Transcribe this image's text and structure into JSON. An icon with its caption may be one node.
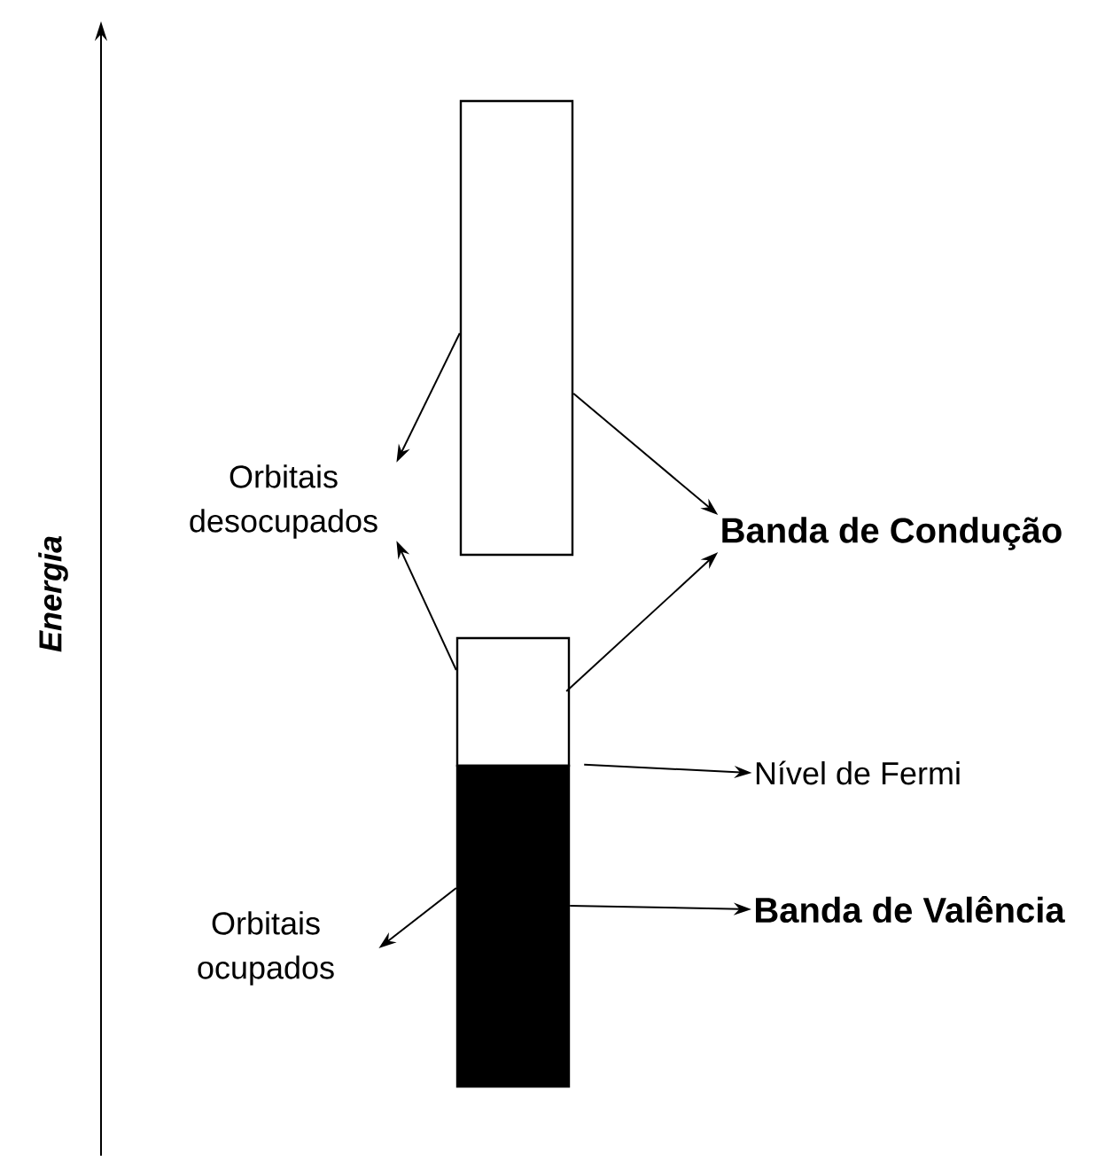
{
  "diagram": {
    "nodes": [
      {
        "text": [],
        "shape": "box"
      },
      {
        "text": [],
        "shape": "box"
      },
      {
        "text": [],
        "shape": "bar"
      },
      {
        "text": [
          "Orbitais desocupados"
        ]
      },
      {
        "text": [
          "Banda de Condução"
        ]
      },
      {
        "text": [
          "Nível de Fermi"
        ]
      },
      {
        "text": [
          "Orbitais ocupados"
        ]
      },
      {
        "text": [
          "Banda de Valência"
        ]
      }
    ],
    "edges": [
      {
        "from": 0,
        "to": 3,
        "arrow": "to"
      },
      {
        "from": 0,
        "to": 4,
        "arrow": "to"
      },
      {
        "from": 1,
        "to": 3,
        "arrow": "to"
      },
      {
        "from": 1,
        "to": 4,
        "arrow": "to"
      },
      {
        "from": 2,
        "to": 5,
        "arrow": "to"
      },
      {
        "from": 2,
        "to": 6,
        "arrow": "to"
      },
      {
        "from": 2,
        "to": 7,
        "arrow": "to"
      }
    ],
    "labels": [
      "Energia"
    ]
  }
}
